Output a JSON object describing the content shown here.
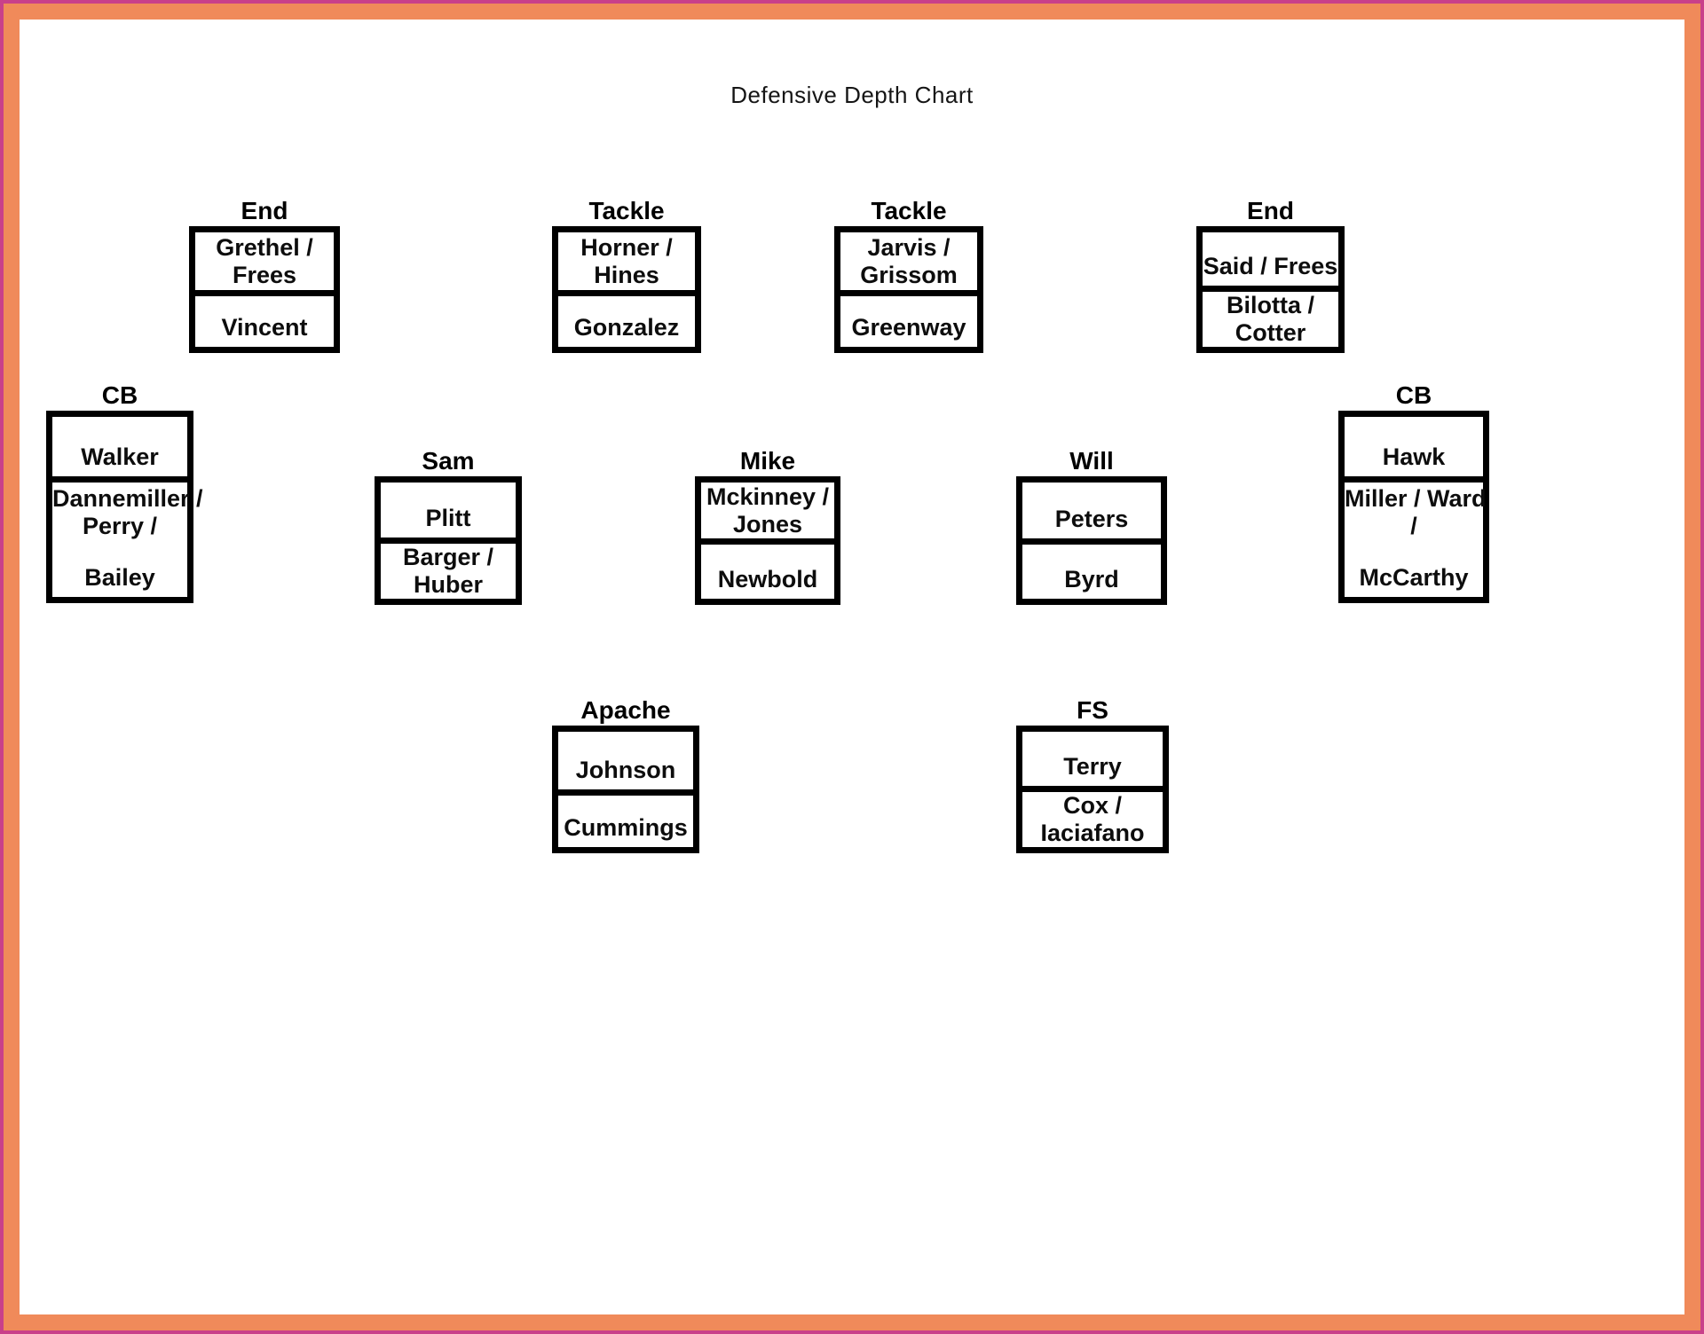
{
  "page": {
    "title": "Defensive Depth Chart"
  },
  "colors": {
    "outer_border": "#c9408a",
    "inner_border": "#f08a5a",
    "box_border": "#000000",
    "background": "#ffffff"
  },
  "boxes": [
    {
      "id": "end-left",
      "label": "End",
      "cells": [
        {
          "lines": [
            "Grethel /",
            "Frees"
          ]
        },
        {
          "lines": [
            "Vincent"
          ]
        }
      ]
    },
    {
      "id": "tackle-left",
      "label": "Tackle",
      "cells": [
        {
          "lines": [
            "Horner /",
            "Hines"
          ]
        },
        {
          "lines": [
            "Gonzalez"
          ]
        }
      ]
    },
    {
      "id": "tackle-right",
      "label": "Tackle",
      "cells": [
        {
          "lines": [
            "Jarvis /",
            "Grissom"
          ]
        },
        {
          "lines": [
            "Greenway"
          ]
        }
      ]
    },
    {
      "id": "end-right",
      "label": "End",
      "cells": [
        {
          "lines": [
            "Said / Frees"
          ]
        },
        {
          "lines": [
            "Bilotta /",
            "Cotter"
          ]
        }
      ]
    },
    {
      "id": "cb-left",
      "label": "CB",
      "cells": [
        {
          "lines": [
            "Walker"
          ]
        },
        {
          "lines": [
            "Dannemiller /",
            "Perry /",
            "Bailey"
          ]
        }
      ]
    },
    {
      "id": "sam",
      "label": "Sam",
      "cells": [
        {
          "lines": [
            "Plitt"
          ]
        },
        {
          "lines": [
            "Barger /",
            "Huber"
          ]
        }
      ]
    },
    {
      "id": "mike",
      "label": "Mike",
      "cells": [
        {
          "lines": [
            "Mckinney /",
            "Jones"
          ]
        },
        {
          "lines": [
            "Newbold"
          ]
        }
      ]
    },
    {
      "id": "will",
      "label": "Will",
      "cells": [
        {
          "lines": [
            "Peters"
          ]
        },
        {
          "lines": [
            "Byrd"
          ]
        }
      ]
    },
    {
      "id": "cb-right",
      "label": "CB",
      "cells": [
        {
          "lines": [
            "Hawk"
          ]
        },
        {
          "lines": [
            "Miller / Ward",
            "/",
            "McCarthy"
          ]
        }
      ]
    },
    {
      "id": "apache",
      "label": "Apache",
      "cells": [
        {
          "lines": [
            "Johnson"
          ]
        },
        {
          "lines": [
            "Cummings"
          ]
        }
      ]
    },
    {
      "id": "fs",
      "label": "FS",
      "cells": [
        {
          "lines": [
            "Terry"
          ]
        },
        {
          "lines": [
            "Cox /",
            "Iaciafano"
          ]
        }
      ]
    }
  ]
}
